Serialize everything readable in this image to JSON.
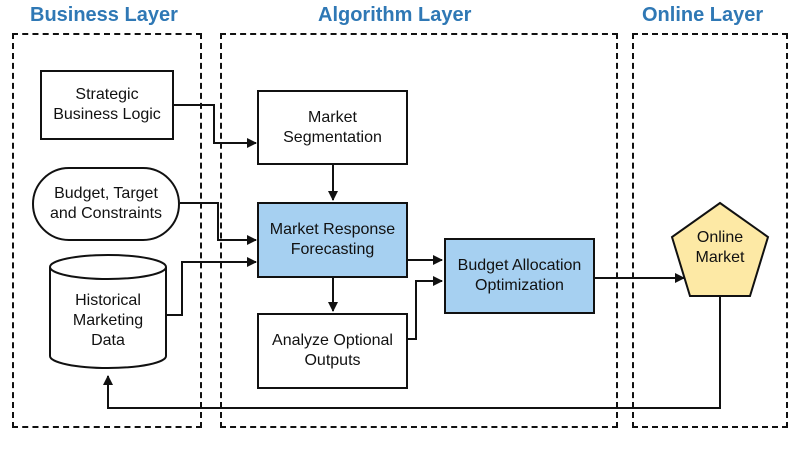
{
  "layers": {
    "business": "Business Layer",
    "algorithm": "Algorithm Layer",
    "online": "Online Layer"
  },
  "nodes": {
    "strategic": "Strategic\nBusiness Logic",
    "budget_target": "Budget, Target\nand Constraints",
    "historical": "Historical\nMarketing\nData",
    "segmentation": "Market\nSegmentation",
    "forecasting": "Market Response\nForecasting",
    "analyze": "Analyze Optional\nOutputs",
    "allocation": "Budget Allocation\nOptimization",
    "online_market": "Online\nMarket"
  },
  "colors": {
    "title": "#2f78b5",
    "highlight_box": "#a6d0f1",
    "pentagon_fill": "#fde9a5",
    "line": "#111111"
  }
}
